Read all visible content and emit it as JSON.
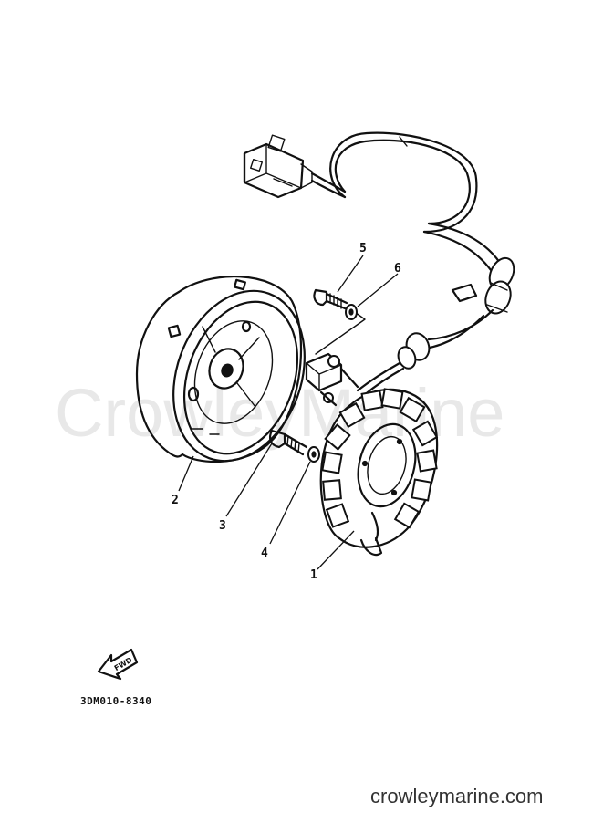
{
  "watermark": {
    "text": "CrowleyMarine"
  },
  "site_label": {
    "text": "crowleymarine.com"
  },
  "part_code": {
    "text": "3DM010-8340"
  },
  "forward_arrow": {
    "text": "FWD",
    "icon": "forward-arrow-icon"
  },
  "callouts": [
    {
      "id": "1",
      "label": "1",
      "part": "stator-coil-assembly"
    },
    {
      "id": "2",
      "label": "2",
      "part": "flywheel-rotor"
    },
    {
      "id": "3",
      "label": "3",
      "part": "bolt"
    },
    {
      "id": "4",
      "label": "4",
      "part": "washer"
    },
    {
      "id": "5",
      "label": "5",
      "part": "screw"
    },
    {
      "id": "6",
      "label": "6",
      "part": "washer"
    }
  ],
  "colors": {
    "ink": "#111111",
    "watermark": "#e8e8e8",
    "site_text": "#333333"
  }
}
